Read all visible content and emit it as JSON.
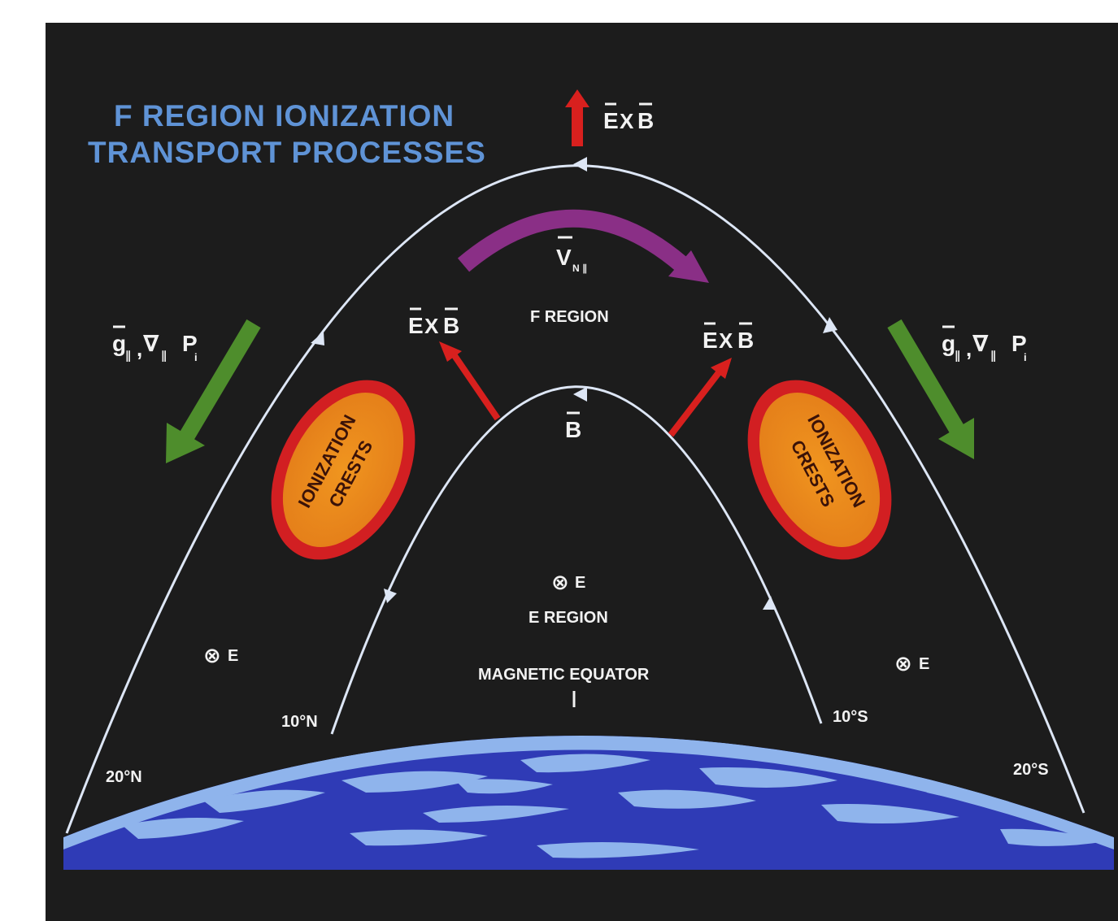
{
  "title": {
    "line1": "F REGION IONIZATION",
    "line2": "TRANSPORT PROCESSES"
  },
  "labels": {
    "exb": "E",
    "exb_x": "X",
    "exb_b": "B",
    "v": "V",
    "v_sub": "N ∥",
    "f_region": "F REGION",
    "b_field": "B",
    "e_symbol": "⊗",
    "e_letter": "E",
    "e_region": "E REGION",
    "magnetic_equator": "MAGNETIC EQUATOR",
    "lat_10n": "10°N",
    "lat_10s": "10°S",
    "lat_20n": "20°N",
    "lat_20s": "20°S",
    "grav_g": "g",
    "grav_sub": "∥",
    "grav_comma": ",",
    "grav_nabla": "∇",
    "grav_p": "P",
    "grav_p_sub": "i",
    "crest_line1": "IONIZATION",
    "crest_line2": "CRESTS"
  },
  "colors": {
    "background": "#1c1c1c",
    "title": "#5f93d6",
    "field_lines": "#dde6f5",
    "exb_arrow": "#d8201e",
    "neutral_wind_arrow": "#8a2f86",
    "gravity_arrow": "#4e8d2c",
    "crest_outer": "#d21f22",
    "crest_inner": "#ea8a1e",
    "earth": "#2f3bb6",
    "earth_swirl": "#8fb4ec"
  },
  "icons": [
    "up-arrow",
    "curved-arrow",
    "diagonal-arrow",
    "cross-circle-icon",
    "earth-globe"
  ]
}
